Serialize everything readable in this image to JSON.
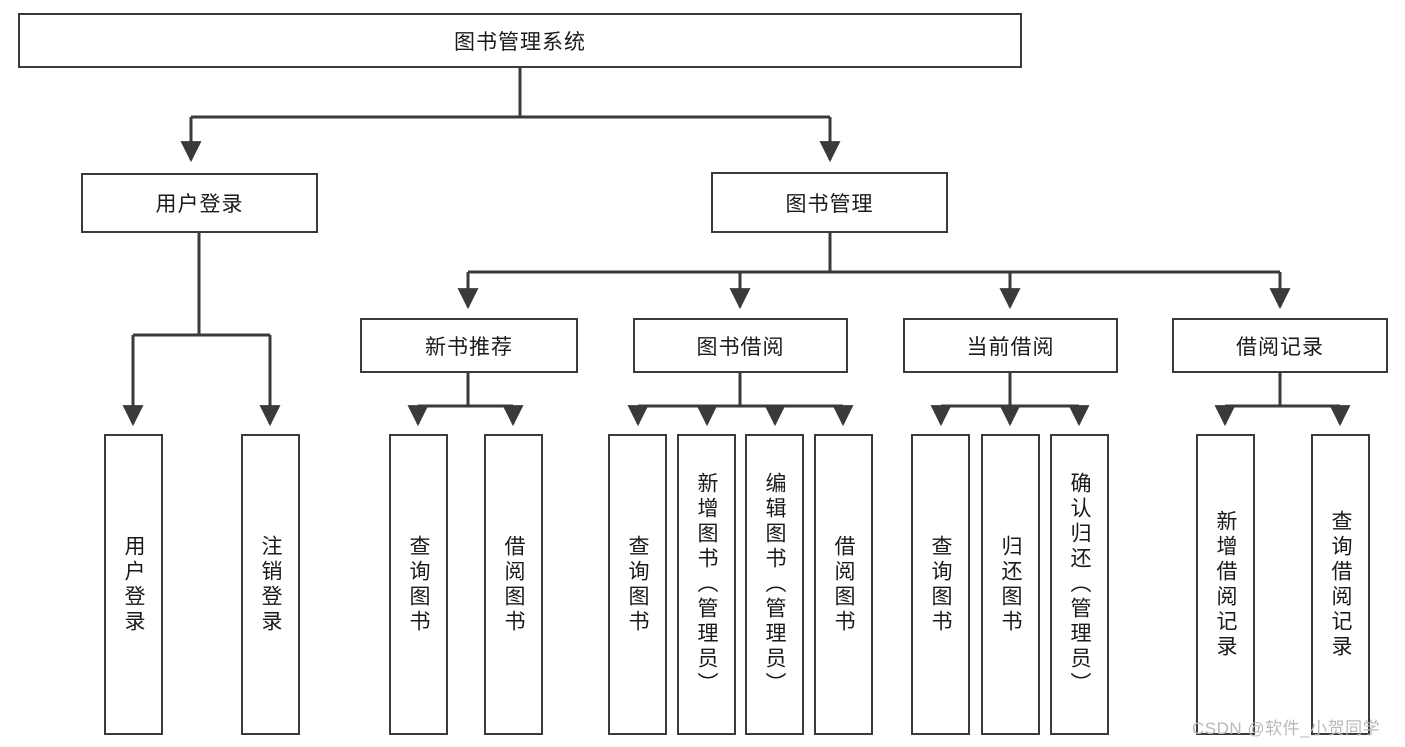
{
  "diagram": {
    "title": "图书管理系统",
    "watermark": "CSDN @软件_小贺同学",
    "stroke_color": "#3a3a3a",
    "background_color": "#ffffff"
  },
  "nodes": {
    "root": {
      "label": "图书管理系统",
      "orientation": "horizontal",
      "level": 1
    },
    "l2": [
      {
        "id": "user-login",
        "label": "用户登录",
        "orientation": "horizontal",
        "level": 2
      },
      {
        "id": "book-manage",
        "label": "图书管理",
        "orientation": "horizontal",
        "level": 2
      }
    ],
    "l3": [
      {
        "id": "new-book-rec",
        "label": "新书推荐",
        "orientation": "horizontal",
        "level": 3
      },
      {
        "id": "book-borrow",
        "label": "图书借阅",
        "orientation": "horizontal",
        "level": 3
      },
      {
        "id": "current-borrow",
        "label": "当前借阅",
        "orientation": "horizontal",
        "level": 3
      },
      {
        "id": "borrow-record",
        "label": "借阅记录",
        "orientation": "horizontal",
        "level": 3
      }
    ],
    "leaves": [
      {
        "id": "leaf-user-login",
        "label": "用户登录",
        "parent": "user-login",
        "orientation": "vertical"
      },
      {
        "id": "leaf-logout",
        "label": "注销登录",
        "parent": "user-login",
        "orientation": "vertical"
      },
      {
        "id": "leaf-query-book-1",
        "label": "查询图书",
        "parent": "new-book-rec",
        "orientation": "vertical"
      },
      {
        "id": "leaf-borrow-book-1",
        "label": "借阅图书",
        "parent": "new-book-rec",
        "orientation": "vertical"
      },
      {
        "id": "leaf-query-book-2",
        "label": "查询图书",
        "parent": "book-borrow",
        "orientation": "vertical"
      },
      {
        "id": "leaf-add-book",
        "label": "新增图书（管理员）",
        "parent": "book-borrow",
        "orientation": "vertical"
      },
      {
        "id": "leaf-edit-book",
        "label": "编辑图书（管理员）",
        "parent": "book-borrow",
        "orientation": "vertical"
      },
      {
        "id": "leaf-borrow-book-2",
        "label": "借阅图书",
        "parent": "book-borrow",
        "orientation": "vertical"
      },
      {
        "id": "leaf-query-book-3",
        "label": "查询图书",
        "parent": "current-borrow",
        "orientation": "vertical"
      },
      {
        "id": "leaf-return-book",
        "label": "归还图书",
        "parent": "current-borrow",
        "orientation": "vertical"
      },
      {
        "id": "leaf-confirm-return",
        "label": "确认归还（管理员）",
        "parent": "current-borrow",
        "orientation": "vertical"
      },
      {
        "id": "leaf-add-record",
        "label": "新增借阅记录",
        "parent": "borrow-record",
        "orientation": "vertical"
      },
      {
        "id": "leaf-query-record",
        "label": "查询借阅记录",
        "parent": "borrow-record",
        "orientation": "vertical"
      }
    ]
  }
}
